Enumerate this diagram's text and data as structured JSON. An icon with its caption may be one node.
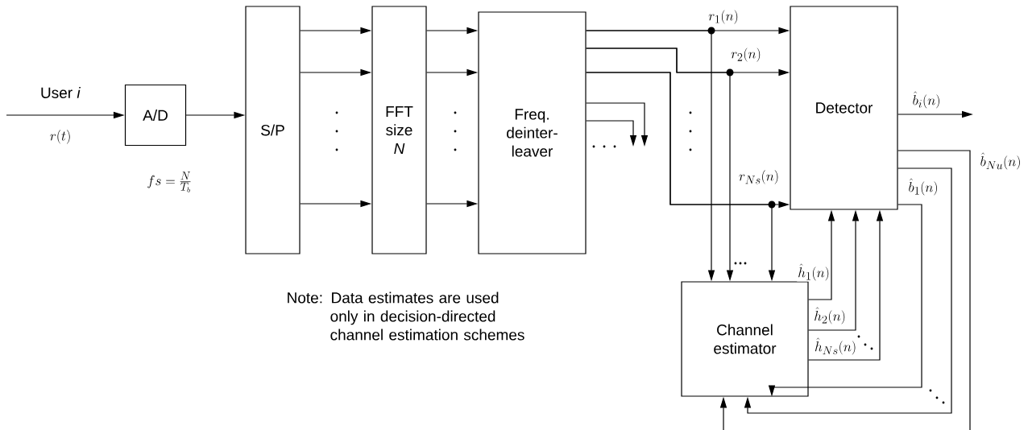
{
  "diagram": {
    "nodes": [
      {
        "text": [
          "A/D"
        ]
      },
      {
        "text": [
          "S/P"
        ]
      },
      {
        "text": [
          "FFT size *N*"
        ]
      },
      {
        "text": [
          "Freq. deinter-leaver"
        ]
      },
      {
        "text": [
          "Detector"
        ]
      },
      {
        "text": [
          "Channel estimator"
        ]
      }
    ],
    "edges": [
      {
        "from": null,
        "to": 0,
        "arrow": "to",
        "label": "User *i*"
      },
      {
        "from": 0,
        "to": 1,
        "arrow": "to"
      },
      {
        "from": 1,
        "to": 2,
        "arrow": "to"
      },
      {
        "from": 1,
        "to": 2,
        "arrow": "to"
      },
      {
        "from": 1,
        "to": 2,
        "arrow": "to"
      },
      {
        "from": 2,
        "to": 3,
        "arrow": "to"
      },
      {
        "from": 2,
        "to": 3,
        "arrow": "to"
      },
      {
        "from": 2,
        "to": 3,
        "arrow": "to"
      },
      {
        "from": 3,
        "to": 4,
        "arrow": "to",
        "label": "r_{1}(n)"
      },
      {
        "from": 3,
        "to": 5,
        "arrow": "to"
      },
      {
        "from": 3,
        "to": 4,
        "arrow": "to",
        "label": "r_{2}(n)"
      },
      {
        "from": 3,
        "to": 5,
        "arrow": "to"
      },
      {
        "from": 3,
        "to": 4,
        "arrow": "to",
        "label": "r_{Ns}(n)"
      },
      {
        "from": 3,
        "to": 5,
        "arrow": "to"
      },
      {
        "from": 3,
        "to": null,
        "arrow": "to"
      },
      {
        "from": 3,
        "to": null,
        "arrow": "to"
      },
      {
        "from": 4,
        "to": null,
        "arrow": "to",
        "label": "\\hat{b}_{i}(n)"
      },
      {
        "from": 4,
        "to": null,
        "arrow": "none",
        "label": "\\hat{b}_{Nu}(n)"
      },
      {
        "from": 4,
        "to": 5,
        "arrow": "to"
      },
      {
        "from": 4,
        "to": 5,
        "arrow": "to",
        "label": "\\hat{b}_{1}(n)"
      },
      {
        "from": null,
        "to": 5,
        "arrow": "to"
      },
      {
        "from": 5,
        "to": 4,
        "arrow": "to",
        "label": "\\hat{h}_{1}(n)"
      },
      {
        "from": 5,
        "to": 4,
        "arrow": "to",
        "label": "\\hat{h}_{2}(n)"
      },
      {
        "from": 5,
        "to": 4,
        "arrow": "to",
        "label": "\\hat{h}_{Ns}(n)"
      }
    ],
    "labels": [
      "r(t)",
      "fs = \\frac{N}{T_{b}}",
      "Note: Data estimates are used only in decision-directed channel estimation schemes"
    ]
  }
}
